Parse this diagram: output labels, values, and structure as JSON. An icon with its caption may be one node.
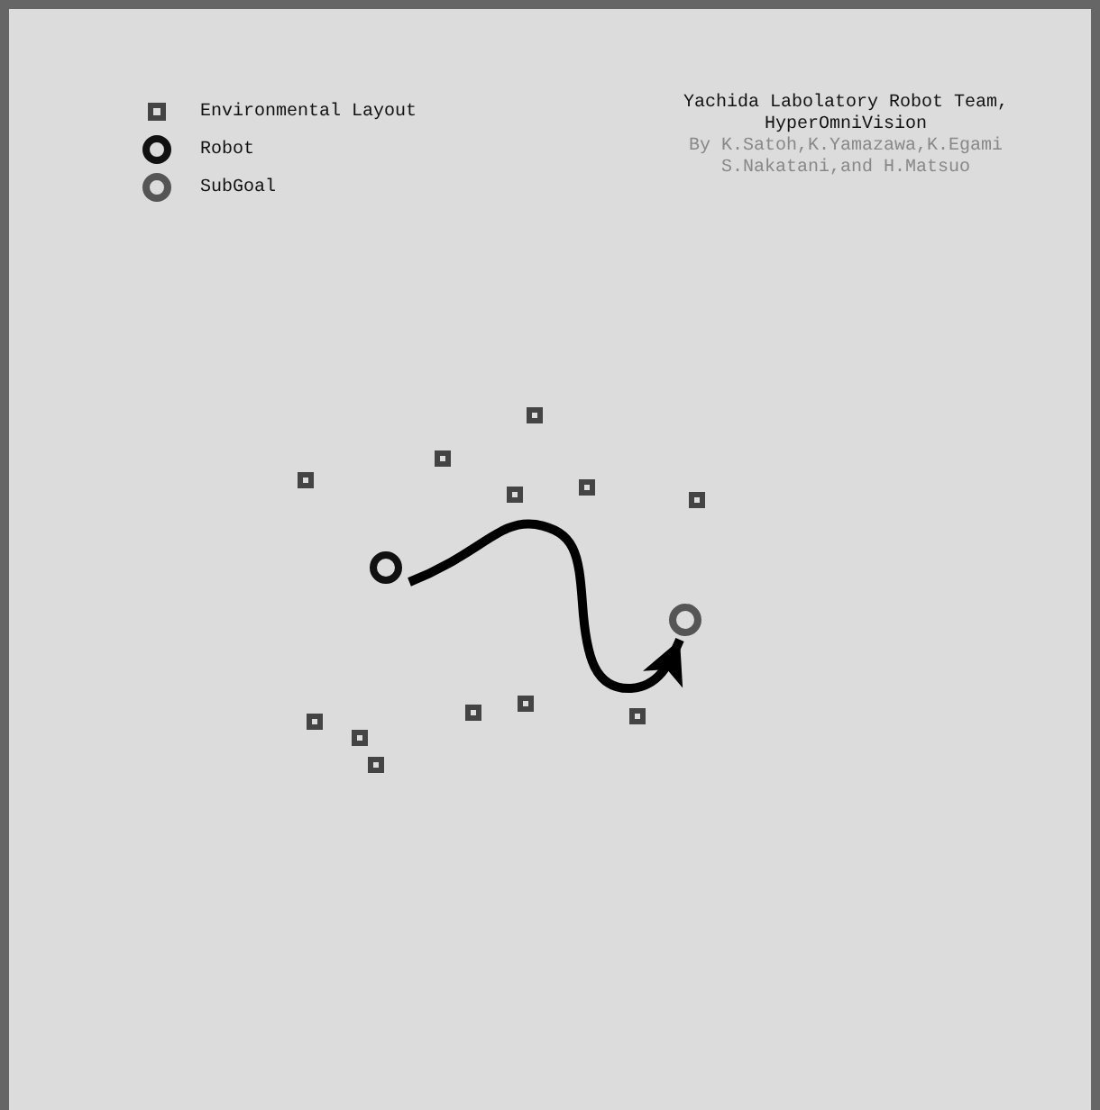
{
  "diagram": {
    "nodes": [
      {
        "text": [],
        "shape": "circle"
      },
      {
        "text": [],
        "shape": "circle"
      }
    ],
    "edges": [
      {
        "from": 0,
        "to": 1,
        "arrow": "to"
      }
    ],
    "labels": [
      "Yachida Labolatory Robot Team,",
      "HyperOmniVision",
      "By K.Satoh,K.Yamazawa,K.Egami S.Nakatani,and H.Matsuo"
    ],
    "legend": [
      {
        "text": "Environmental Layout"
      },
      {
        "text": "Robot"
      },
      {
        "text": "SubGoal"
      }
    ]
  }
}
